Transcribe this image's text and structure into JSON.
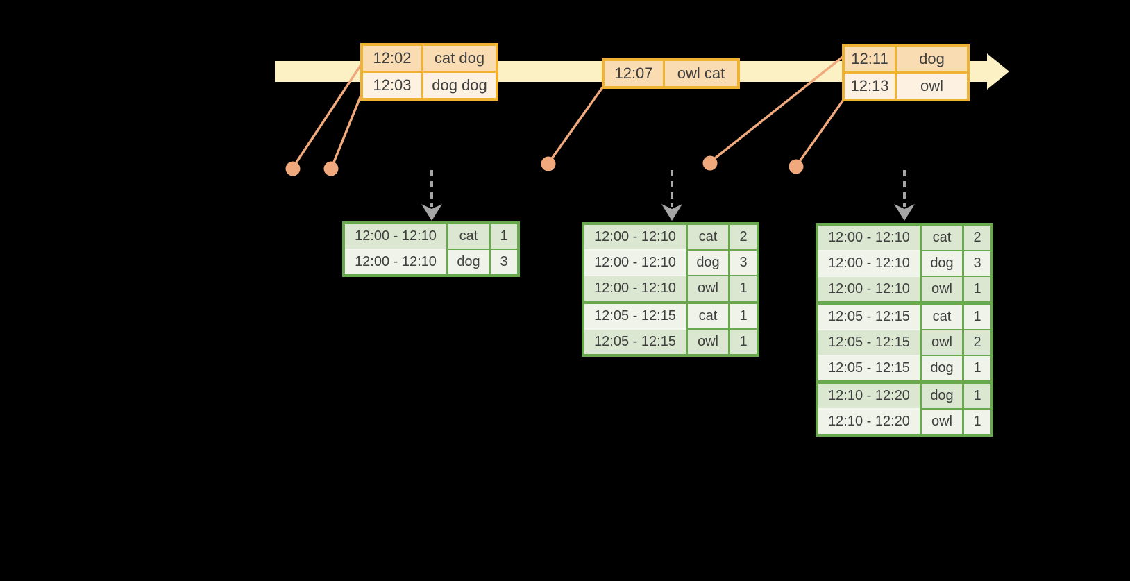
{
  "diagram": {
    "description": "Streaming windowed word-count diagram: timeline of word events feeding windowed result tables",
    "colors": {
      "background": "#000000",
      "timeline_band": "#fcf0c5",
      "event_table_border": "#f0b232",
      "event_row_dark": "#fadcb3",
      "event_row_light": "#fdf2e1",
      "event_marker": "#f0a97d",
      "trigger_arrow_gray": "#a6a6a6",
      "result_table_border": "#6aa84f",
      "result_row_dark": "#dbe7d0",
      "result_row_light": "#eff3ea",
      "text": "#3f3f3f"
    },
    "event_tables": [
      {
        "name": "events-1",
        "rows": [
          {
            "time": "12:02",
            "words": "cat dog"
          },
          {
            "time": "12:03",
            "words": "dog dog"
          }
        ]
      },
      {
        "name": "events-2",
        "rows": [
          {
            "time": "12:07",
            "words": "owl cat"
          }
        ]
      },
      {
        "name": "events-3",
        "rows": [
          {
            "time": "12:11",
            "words": "dog"
          },
          {
            "time": "12:13",
            "words": "owl"
          }
        ]
      }
    ],
    "result_tables": [
      {
        "name": "results-after-trigger-1",
        "rows": [
          {
            "window": "12:00 - 12:10",
            "word": "cat",
            "count": "1"
          },
          {
            "window": "12:00 - 12:10",
            "word": "dog",
            "count": "3"
          }
        ]
      },
      {
        "name": "results-after-trigger-2",
        "rows": [
          {
            "window": "12:00 - 12:10",
            "word": "cat",
            "count": "2"
          },
          {
            "window": "12:00 - 12:10",
            "word": "dog",
            "count": "3"
          },
          {
            "window": "12:00 - 12:10",
            "word": "owl",
            "count": "1"
          },
          {
            "window": "12:05 - 12:15",
            "word": "cat",
            "count": "1"
          },
          {
            "window": "12:05 - 12:15",
            "word": "owl",
            "count": "1"
          }
        ]
      },
      {
        "name": "results-after-trigger-3",
        "rows": [
          {
            "window": "12:00 - 12:10",
            "word": "cat",
            "count": "2"
          },
          {
            "window": "12:00 - 12:10",
            "word": "dog",
            "count": "3"
          },
          {
            "window": "12:00 - 12:10",
            "word": "owl",
            "count": "1"
          },
          {
            "window": "12:05 - 12:15",
            "word": "cat",
            "count": "1"
          },
          {
            "window": "12:05 - 12:15",
            "word": "owl",
            "count": "2"
          },
          {
            "window": "12:05 - 12:15",
            "word": "dog",
            "count": "1"
          },
          {
            "window": "12:10 - 12:20",
            "word": "dog",
            "count": "1"
          },
          {
            "window": "12:10 - 12:20",
            "word": "owl",
            "count": "1"
          }
        ]
      }
    ]
  }
}
